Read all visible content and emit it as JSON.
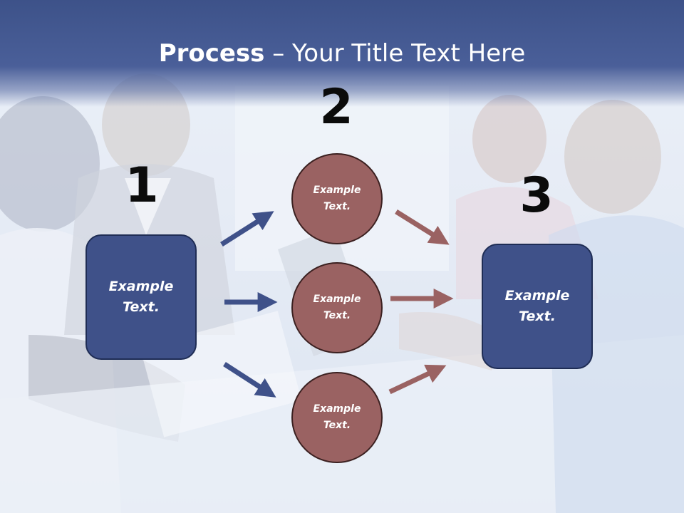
{
  "title": {
    "bold": "Process",
    "rest": " – Your Title Text Here"
  },
  "steps": [
    {
      "number": "1",
      "label": "Example\nText."
    },
    {
      "number": "2",
      "label": "Example\nText."
    },
    {
      "number": "3",
      "label": "Example\nText."
    }
  ],
  "circles": [
    {
      "label": "Example\nText."
    },
    {
      "label": "Example\nText."
    },
    {
      "label": "Example\nText."
    }
  ],
  "colors": {
    "header": "#4a5f99",
    "box_fill": "#3f5189",
    "circle_fill": "#9a6262",
    "arrow_blue": "#3f5189",
    "arrow_red": "#9a6262"
  }
}
